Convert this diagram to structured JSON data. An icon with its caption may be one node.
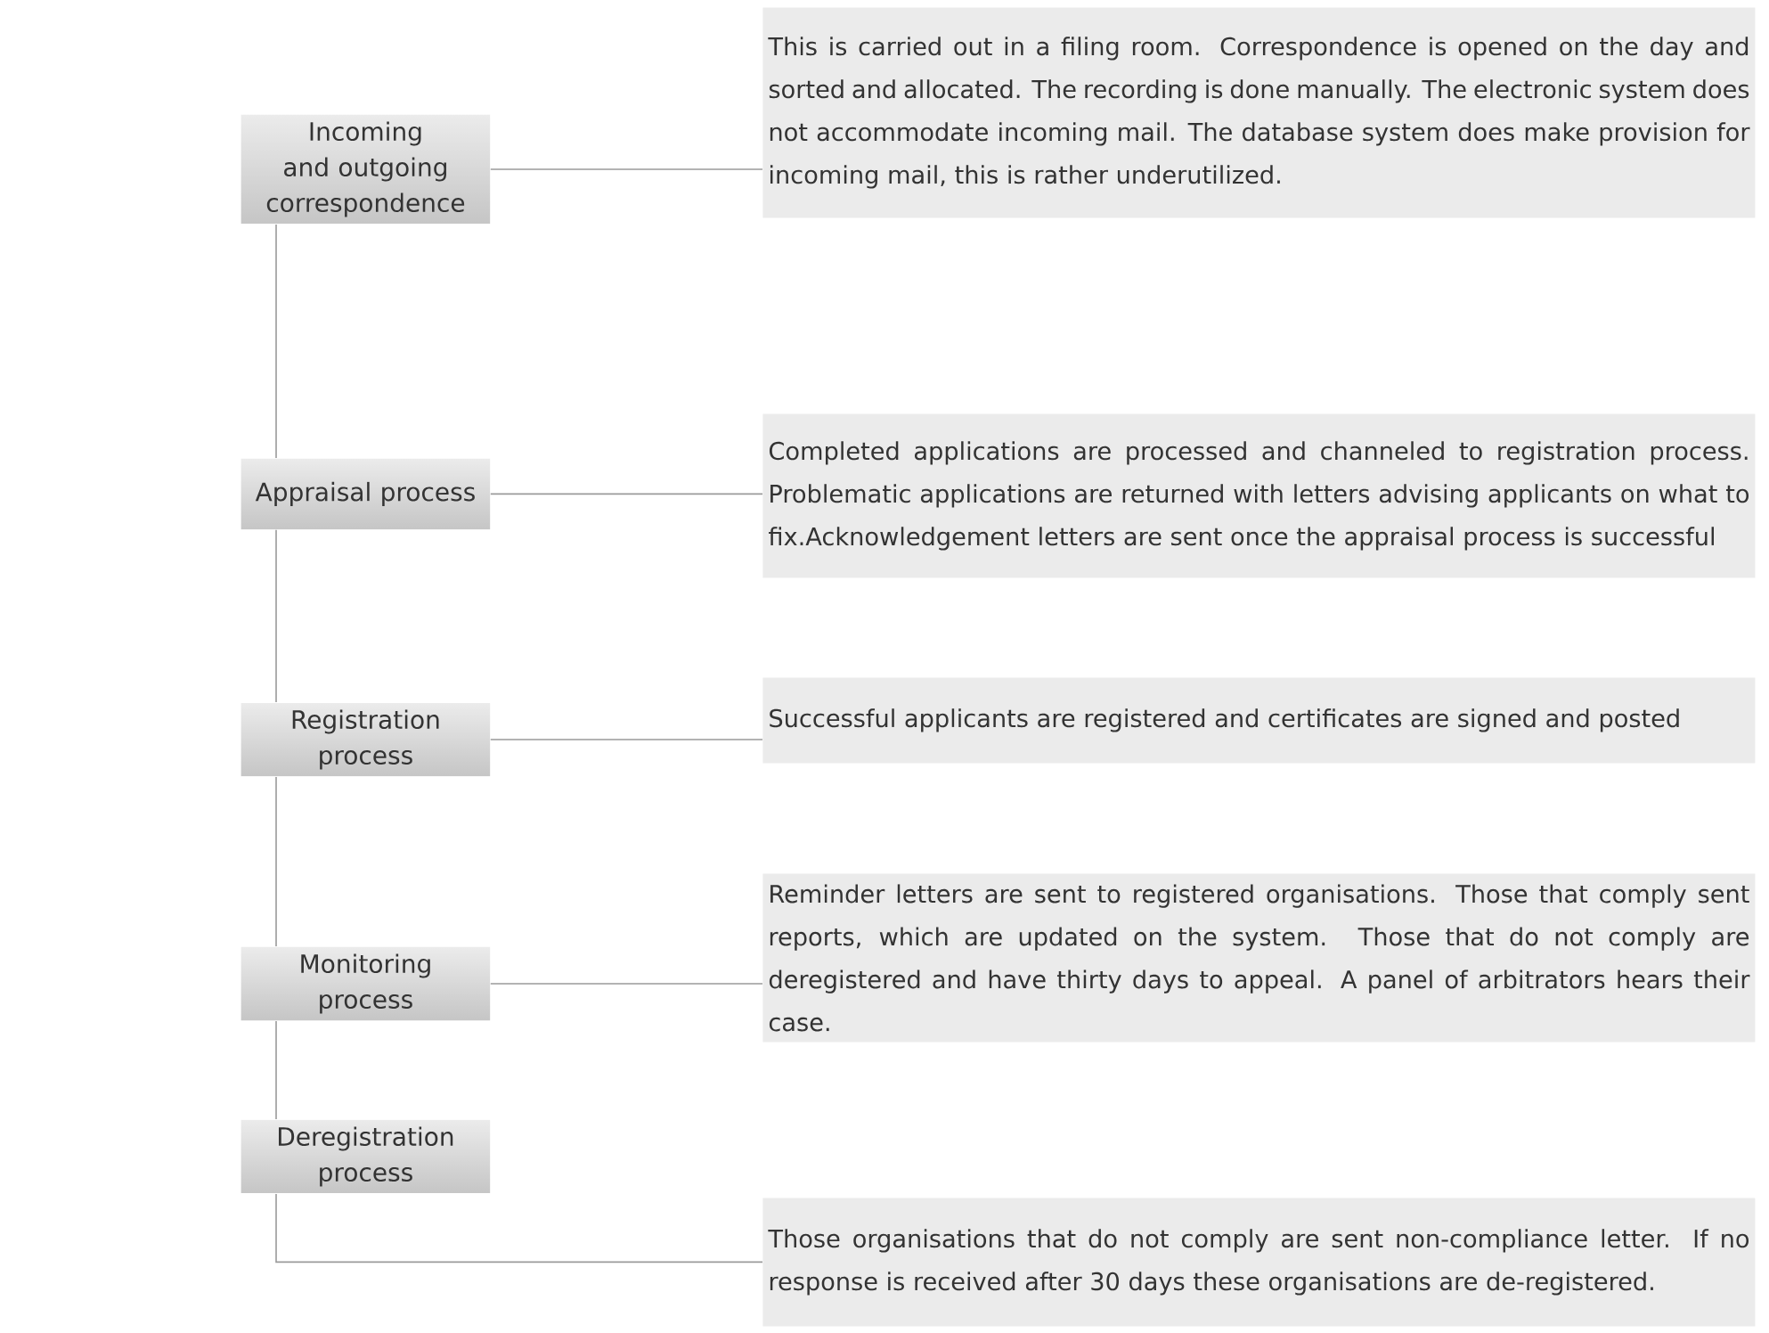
{
  "diagram": {
    "nodes": [
      {
        "text": [
          "Incoming and outgoing correspondence"
        ]
      },
      {
        "text": [
          "Appraisal process"
        ]
      },
      {
        "text": [
          "Registration process"
        ]
      },
      {
        "text": [
          "Monitoring process"
        ]
      },
      {
        "text": [
          "Deregistration process"
        ]
      },
      {
        "text": [
          "This is carried out in a filing room. Correspondence is opened on the day and sorted and allocated. The recording is done manually. The electronic system does not accommodate incoming mail. The database system does make provision for incoming mail, this is rather underutilized."
        ]
      },
      {
        "text": [
          "Completed applications are processed and channeled to registration process. Problematic applications are returned with letters advising applicants on what to fix.Acknowledgement letters are sent once the appraisal process is successful"
        ]
      },
      {
        "text": [
          "Successful applicants are registered and certificates are signed and posted"
        ]
      },
      {
        "text": [
          "Reminder letters are sent to registered organisations. Those that comply sent reports, which are updated on the system. Those that do not comply are deregistered and have thirty days to appeal. A panel of arbitrators hears their case."
        ]
      },
      {
        "text": [
          "Those organisations that do not comply are sent non-compliance letter. If no response is received after 30 days these organisations are de-registered."
        ]
      }
    ],
    "edges": [
      {
        "from": 0,
        "to": 1,
        "arrow": "none"
      },
      {
        "from": 1,
        "to": 2,
        "arrow": "none"
      },
      {
        "from": 2,
        "to": 3,
        "arrow": "none"
      },
      {
        "from": 3,
        "to": 4,
        "arrow": "none"
      },
      {
        "from": 0,
        "to": 5,
        "arrow": "none"
      },
      {
        "from": 1,
        "to": 6,
        "arrow": "none"
      },
      {
        "from": 2,
        "to": 7,
        "arrow": "none"
      },
      {
        "from": 3,
        "to": 8,
        "arrow": "none"
      },
      {
        "from": 4,
        "to": 9,
        "arrow": "none"
      }
    ]
  }
}
